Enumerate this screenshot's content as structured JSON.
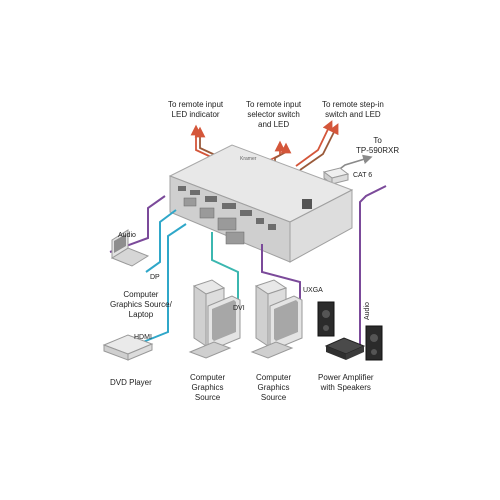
{
  "colors": {
    "remote_wire": "#d4563a",
    "cat6_wire": "#8a8a8a",
    "av_wire_purple": "#7b4a9a",
    "av_wire_cyan": "#2fa7c9",
    "av_wire_teal": "#3bb7b0",
    "device_body": "#d8d8d8",
    "device_top": "#e6e6e6",
    "speaker": "#2b2b2b",
    "brand_badge": "#555555"
  },
  "labels": {
    "remote_input_led": [
      "To remote input",
      "LED indicator"
    ],
    "remote_input_selector": [
      "To remote input",
      "selector switch",
      "and LED"
    ],
    "remote_stepin": [
      "To remote step-in",
      "switch and LED"
    ],
    "to_tp": [
      "To",
      "TP-590RXR"
    ],
    "cat6": "CAT 6",
    "audio_left": "Audio",
    "dp": "DP",
    "laptop": [
      "Computer",
      "Graphics Source/",
      "Laptop"
    ],
    "hdmi": "HDMI",
    "dvd": "DVD Player",
    "dvi": "DVI",
    "uxga": "UXGA",
    "audio_right": "Audio",
    "source1": [
      "Computer",
      "Graphics",
      "Source"
    ],
    "source2": [
      "Computer",
      "Graphics",
      "Source"
    ],
    "amp": [
      "Power Amplifier",
      "with Speakers"
    ],
    "device_brand": "Kramer"
  },
  "icons": {
    "main_device": "step-in-switcher-device",
    "tp_receiver": "tp-receiver-box",
    "laptop": "laptop-icon",
    "dvd": "dvd-player-icon",
    "pc1": "desktop-computer-icon",
    "pc2": "desktop-computer-icon",
    "amp": "power-amplifier-icon",
    "speakers": "speaker-icon"
  }
}
